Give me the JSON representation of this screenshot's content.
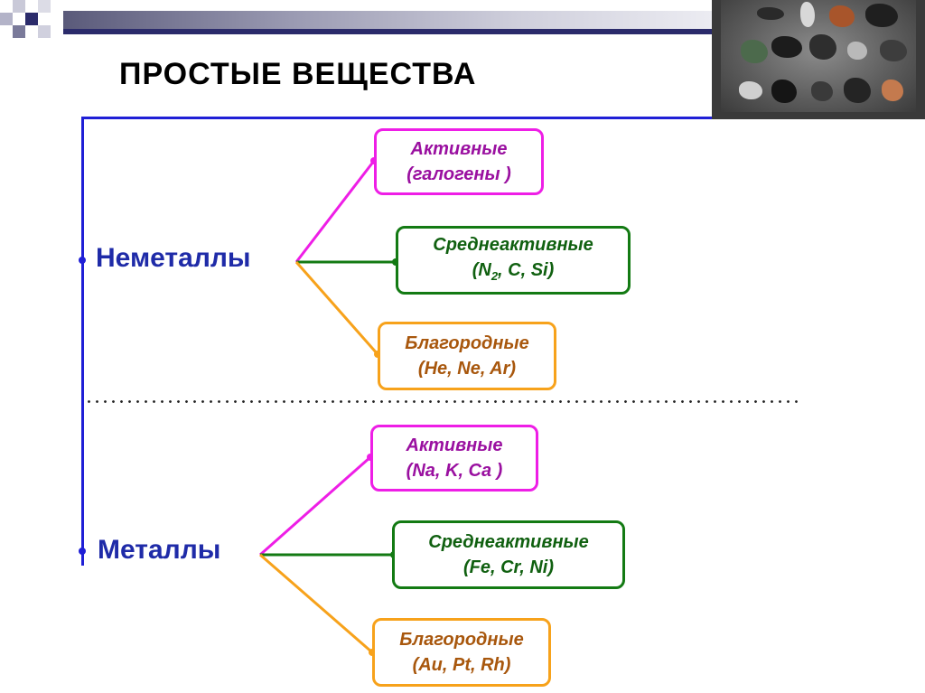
{
  "title": "ПРОСТЫЕ ВЕЩЕСТВА",
  "colors": {
    "blue": "#1f1fd6",
    "label_blue": "#1f2ba8",
    "active": "#ee1ee6",
    "medium": "#137a13",
    "noble": "#f7a21b"
  },
  "photo_icon": "minerals-photo",
  "groups": [
    {
      "label": "Неметаллы",
      "boxes": [
        {
          "line1": "Активные",
          "line2": "(галогены )"
        },
        {
          "line1": "Среднеактивные",
          "line2_pre": "(N",
          "line2_sub": "2",
          "line2_post": ", C, Si)"
        },
        {
          "line1": "Благородные",
          "line2": "(He, Ne, Ar)"
        }
      ]
    },
    {
      "label": "Металлы",
      "boxes": [
        {
          "line1": "Активные",
          "line2": "(Na, K, Ca )"
        },
        {
          "line1": "Среднеактивные",
          "line2": "(Fe, Cr, Ni)"
        },
        {
          "line1": "Благородные",
          "line2": "(Au, Pt, Rh)"
        }
      ]
    }
  ]
}
